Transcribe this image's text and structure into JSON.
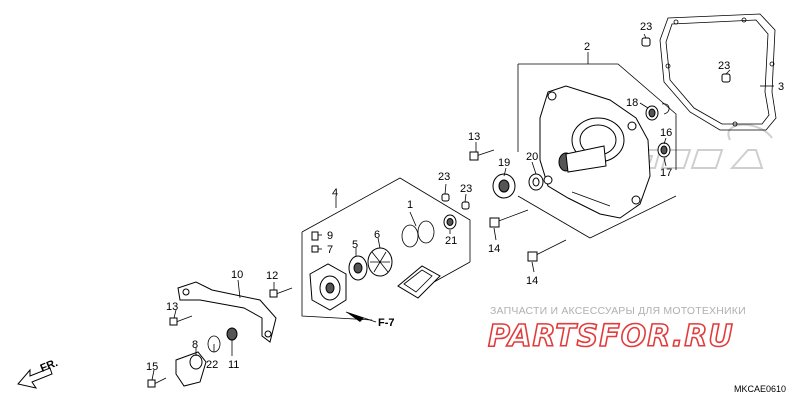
{
  "diagram": {
    "callouts": {
      "c1": "1",
      "c2": "2",
      "c3": "3",
      "c4": "4",
      "c5": "5",
      "c6": "6",
      "c7": "7",
      "c8": "8",
      "c9": "9",
      "c10": "10",
      "c11": "11",
      "c12": "12",
      "c13a": "13",
      "c13b": "13",
      "c14a": "14",
      "c14b": "14",
      "c15": "15",
      "c16": "16",
      "c17": "17",
      "c18": "18",
      "c19": "19",
      "c20": "20",
      "c21": "21",
      "c22": "22",
      "c23a": "23",
      "c23b": "23",
      "c23c": "23",
      "c23d": "23"
    },
    "ref_tag": "F-7",
    "front_tag": "FR.",
    "diagram_code": "MKCAE0610"
  },
  "watermark": {
    "caption": "ЗАПЧАСТИ И АКСЕССУАРЫ ДЛЯ МОТОТЕХНИКИ",
    "brand": "PARTSFOR.RU",
    "logo_text": "HONDA"
  }
}
